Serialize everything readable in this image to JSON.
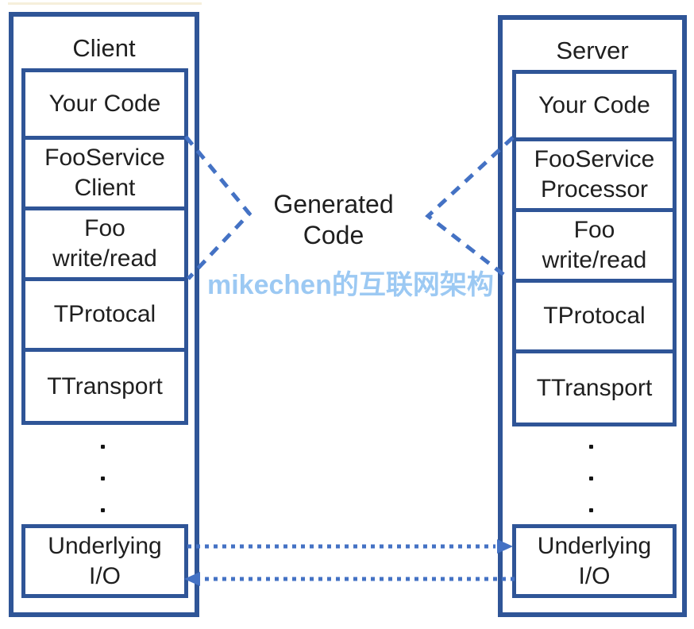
{
  "diagram": {
    "center_label": "Generated\nCode",
    "watermark": "mikechen的互联网架构"
  },
  "client": {
    "title": "Client",
    "layers": [
      {
        "label": "Your Code"
      },
      {
        "label": "FooService\nClient"
      },
      {
        "label": "Foo\nwrite/read"
      },
      {
        "label": "TProtocal"
      },
      {
        "label": "TTransport"
      },
      {
        "label": "Underlying\nI/O"
      }
    ]
  },
  "server": {
    "title": "Server",
    "layers": [
      {
        "label": "Your Code"
      },
      {
        "label": "FooService\nProcessor"
      },
      {
        "label": "Foo\nwrite/read"
      },
      {
        "label": "TProtocal"
      },
      {
        "label": "TTransport"
      },
      {
        "label": "Underlying\nI/O"
      }
    ]
  },
  "colors": {
    "box_border": "#2F5597",
    "connector": "#4472C4",
    "watermark": "#9CC9F3",
    "label_text": "#1F1F1F"
  }
}
